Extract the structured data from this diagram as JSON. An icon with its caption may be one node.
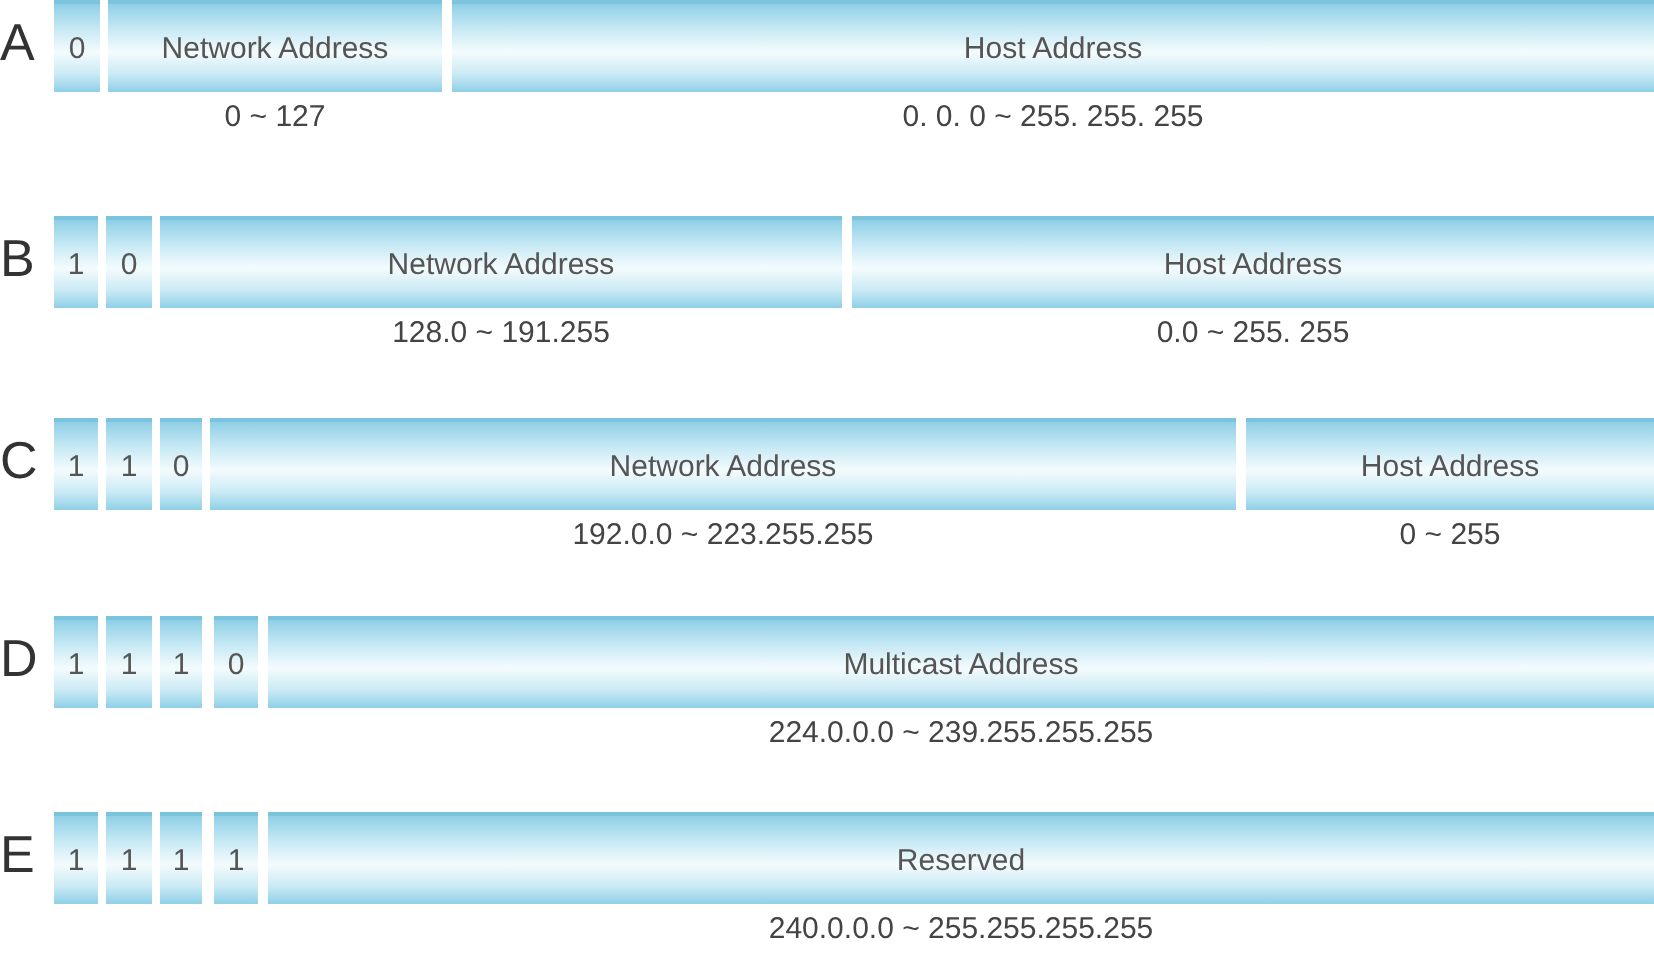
{
  "diagram": {
    "nodes": [
      {
        "text": [
          "0"
        ]
      },
      {
        "text": [
          "Network Address"
        ],
        "beside": [
          "0 ~ 127"
        ]
      },
      {
        "text": [
          "Host Address"
        ],
        "beside": [
          "0. 0. 0 ~ 255. 255. 255"
        ]
      },
      {
        "text": [
          "1"
        ]
      },
      {
        "text": [
          "0"
        ]
      },
      {
        "text": [
          "Network Address"
        ],
        "beside": [
          "128.0 ~ 191.255"
        ]
      },
      {
        "text": [
          "Host Address"
        ],
        "beside": [
          "0.0 ~ 255. 255"
        ]
      },
      {
        "text": [
          "1"
        ]
      },
      {
        "text": [
          "1"
        ]
      },
      {
        "text": [
          "0"
        ]
      },
      {
        "text": [
          "Network Address"
        ],
        "beside": [
          "192.0.0 ~ 223.255.255"
        ]
      },
      {
        "text": [
          "Host Address"
        ],
        "beside": [
          "0 ~ 255"
        ]
      },
      {
        "text": [
          "1"
        ]
      },
      {
        "text": [
          "1"
        ]
      },
      {
        "text": [
          "1"
        ]
      },
      {
        "text": [
          "0"
        ]
      },
      {
        "text": [
          "Multicast Address"
        ],
        "beside": [
          "224.0.0.0 ~ 239.255.255.255"
        ]
      },
      {
        "text": [
          "1"
        ]
      },
      {
        "text": [
          "1"
        ]
      },
      {
        "text": [
          "1"
        ]
      },
      {
        "text": [
          "1"
        ]
      },
      {
        "text": [
          "Reserved"
        ],
        "beside": [
          "240.0.0.0 ~ 255.255.255.255"
        ]
      }
    ],
    "labels": [
      "A",
      "B",
      "C",
      "D",
      "E"
    ]
  }
}
